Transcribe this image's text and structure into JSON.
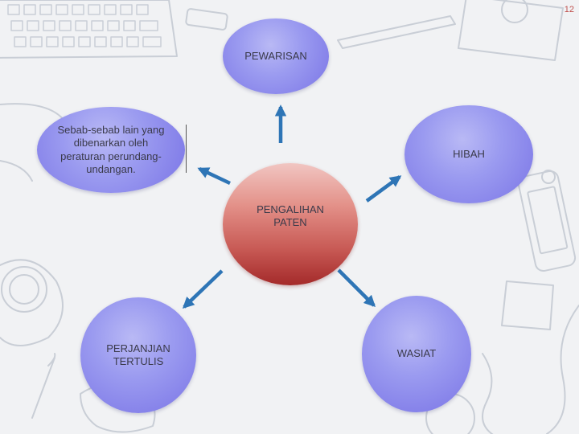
{
  "slide_number": "12",
  "nodes": {
    "top": "PEWARISAN",
    "left": "Sebab-sebab lain yang dibenarkan oleh peraturan perundang-undangan.",
    "right": "HIBAH",
    "center": "PENGALIHAN PATEN",
    "bottom_left": "PERJANJIAN TERTULIS",
    "bottom_right": "WASIAT"
  },
  "colors": {
    "satellite": "#9b9bf0",
    "center_top": "#f1c6c2",
    "center_bottom": "#a42a2a",
    "arrow": "#2e75b6",
    "slide_number": "#c0504d"
  }
}
